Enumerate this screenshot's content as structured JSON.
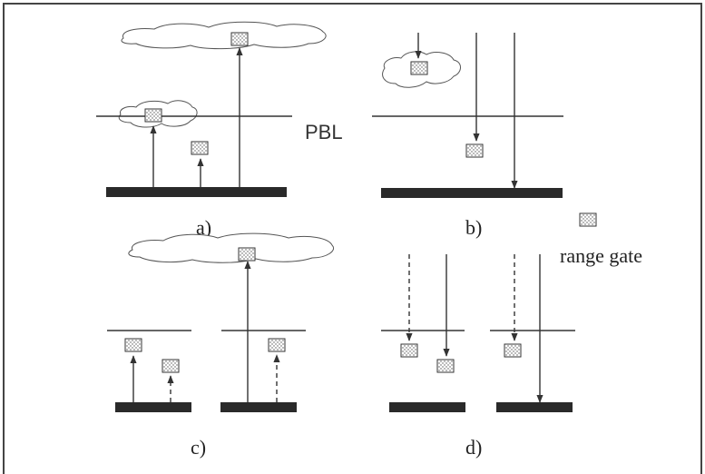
{
  "labels": {
    "pbl": "PBL",
    "panel_a": "a)",
    "panel_b": "b)",
    "panel_c": "c)",
    "panel_d": "d)",
    "legend_range_gate": "range gate"
  },
  "colors": {
    "frame": "#444444",
    "ground": "#2a2a2a",
    "line": "#333333",
    "gate_fill": "#ffffff",
    "gate_dots": "#555555",
    "cloud_stroke": "#555555"
  },
  "icons": {
    "range_gate": "dotted-square",
    "cloud": "cloud-outline"
  }
}
